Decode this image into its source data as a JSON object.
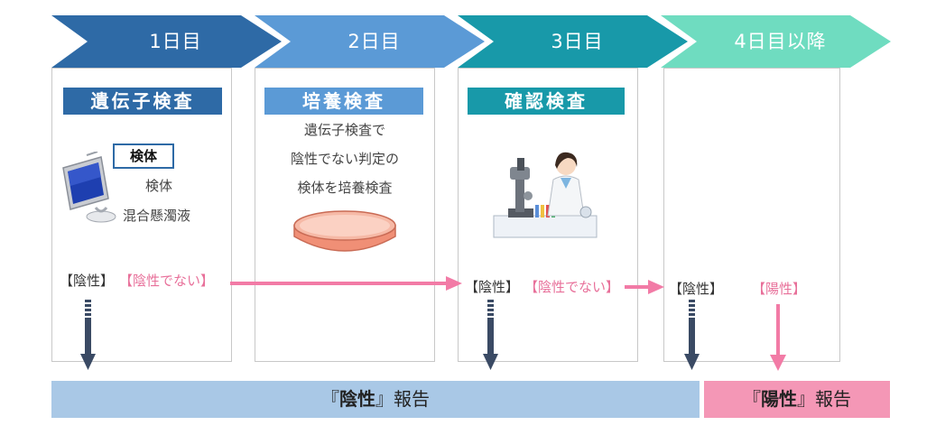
{
  "days": [
    "1日目",
    "2日目",
    "3日目",
    "4日目以降"
  ],
  "colors": {
    "day1": "#2e6aa6",
    "day2": "#5b9ad6",
    "day3": "#1899a9",
    "day4": "#6fdcc0",
    "title1": "#2e6aa6",
    "title2": "#5b9ad6",
    "title3": "#1899a9",
    "pink": "#f27ba6",
    "navy": "#3a4a64",
    "negative_bar": "#a9c8e6",
    "positive_bar": "#f497b6"
  },
  "panel1": {
    "title": "遺伝子検査",
    "specimen_label": "検体",
    "specimen_line1": "検体",
    "specimen_line2": "混合懸濁液",
    "icon": "computer-icon"
  },
  "panel2": {
    "title": "培養検査",
    "desc_line1": "遺伝子検査で",
    "desc_line2": "陰性でない判定の",
    "desc_line3": "検体を培養検査",
    "icon": "petri-dish-icon"
  },
  "panel3": {
    "title": "確認検査",
    "icon": "scientist-microscope-icon"
  },
  "results": {
    "negative": "【陰性】",
    "not_negative": "【陰性でない】",
    "positive": "【陽性】"
  },
  "reports": {
    "negative_bracket_open": "『",
    "negative_word": "陰性",
    "negative_bracket_close": "』",
    "negative_suffix": "報告",
    "positive_bracket_open": "『",
    "positive_word": "陽性",
    "positive_bracket_close": "』",
    "positive_suffix": "報告"
  }
}
